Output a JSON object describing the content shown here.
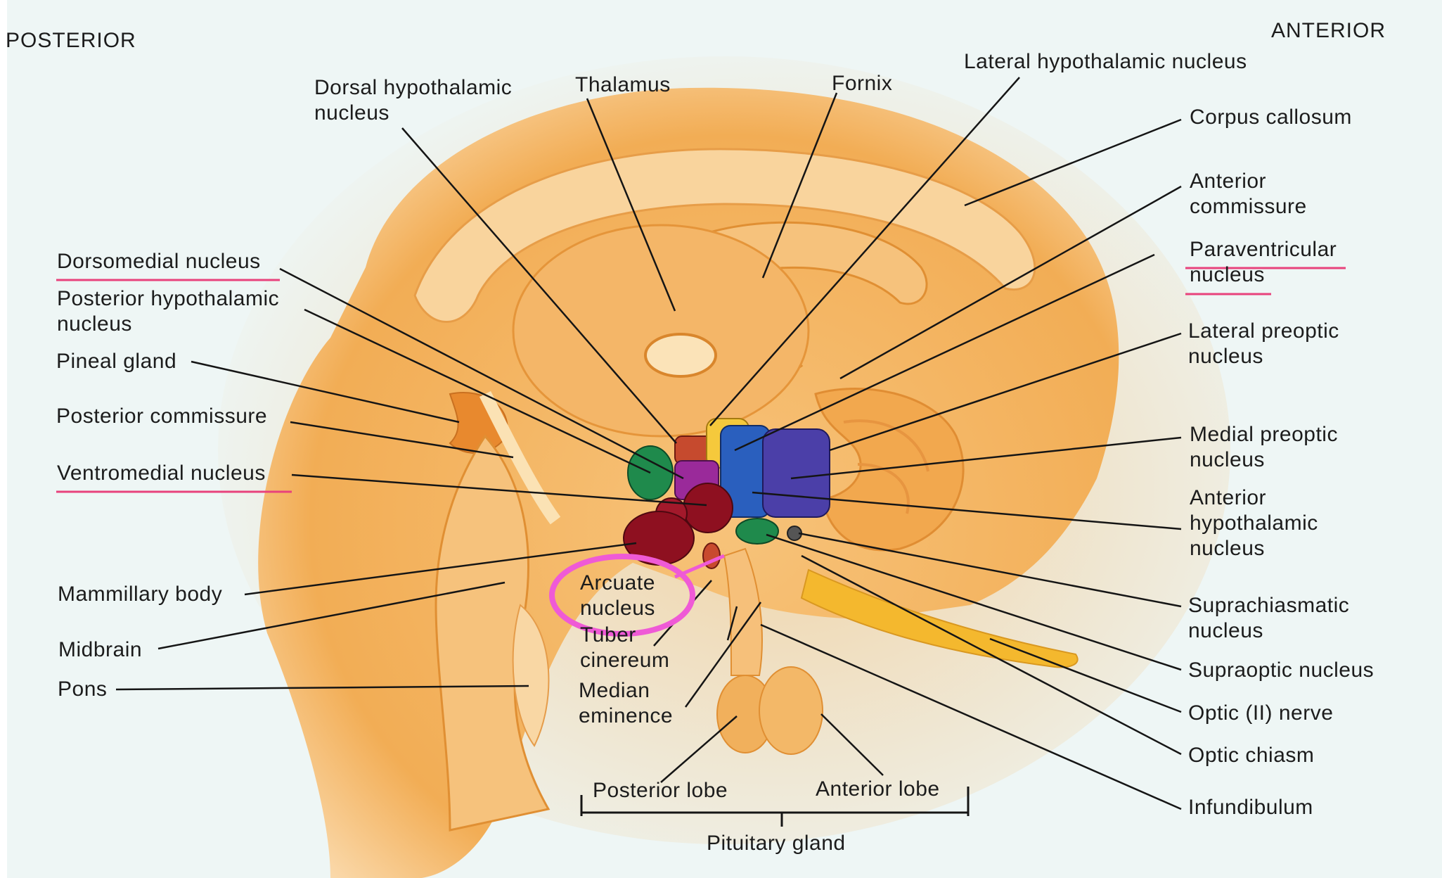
{
  "orientation": {
    "posterior": "POSTERIOR",
    "anterior": "ANTERIOR"
  },
  "labels": {
    "dorsal_hypothalamic": "Dorsal hypothalamic\nnucleus",
    "thalamus": "Thalamus",
    "fornix": "Fornix",
    "lateral_hypothalamic": "Lateral hypothalamic nucleus",
    "corpus_callosum": "Corpus callosum",
    "anterior_commissure": "Anterior\ncommissure",
    "paraventricular": "Paraventricular\nnucleus",
    "lateral_preoptic": "Lateral preoptic\nnucleus",
    "medial_preoptic": "Medial preoptic\nnucleus",
    "anterior_hypothalamic": "Anterior\nhypothalamic\nnucleus",
    "suprachiasmatic": "Suprachiasmatic\nnucleus",
    "supraoptic": "Supraoptic nucleus",
    "optic_nerve": "Optic (II) nerve",
    "optic_chiasm": "Optic chiasm",
    "infundibulum": "Infundibulum",
    "dorsomedial": "Dorsomedial nucleus",
    "posterior_hypothalamic": "Posterior hypothalamic\nnucleus",
    "pineal": "Pineal gland",
    "posterior_commissure": "Posterior commissure",
    "ventromedial": "Ventromedial nucleus",
    "mammillary": "Mammillary body",
    "midbrain": "Midbrain",
    "pons": "Pons",
    "arcuate": "Arcuate\nnucleus",
    "tuber_cinereum": "Tuber\ncinereum",
    "median_eminence": "Median\neminence",
    "posterior_lobe": "Posterior lobe",
    "anterior_lobe": "Anterior lobe",
    "pituitary": "Pituitary gland"
  },
  "highlighted": [
    "Dorsomedial nucleus",
    "Ventromedial nucleus",
    "Paraventricular nucleus",
    "Arcuate nucleus"
  ],
  "colors": {
    "background": "#eef6f5",
    "tissue": "#f3b562",
    "tissue_light": "#f8d093",
    "tissue_dark": "#e4912e",
    "highlight_underline": "#e8427c",
    "highlight_circle": "#ef5ad6",
    "leader_line": "#151515",
    "nucleus_green": "#1f8a4c",
    "nucleus_magenta": "#9a2a9a",
    "nucleus_red": "#8e1020",
    "nucleus_blue": "#2a5fbe",
    "nucleus_purple": "#4b3fa8",
    "nucleus_yellow": "#f5c93c",
    "optic_nerve": "#f2b52a"
  }
}
